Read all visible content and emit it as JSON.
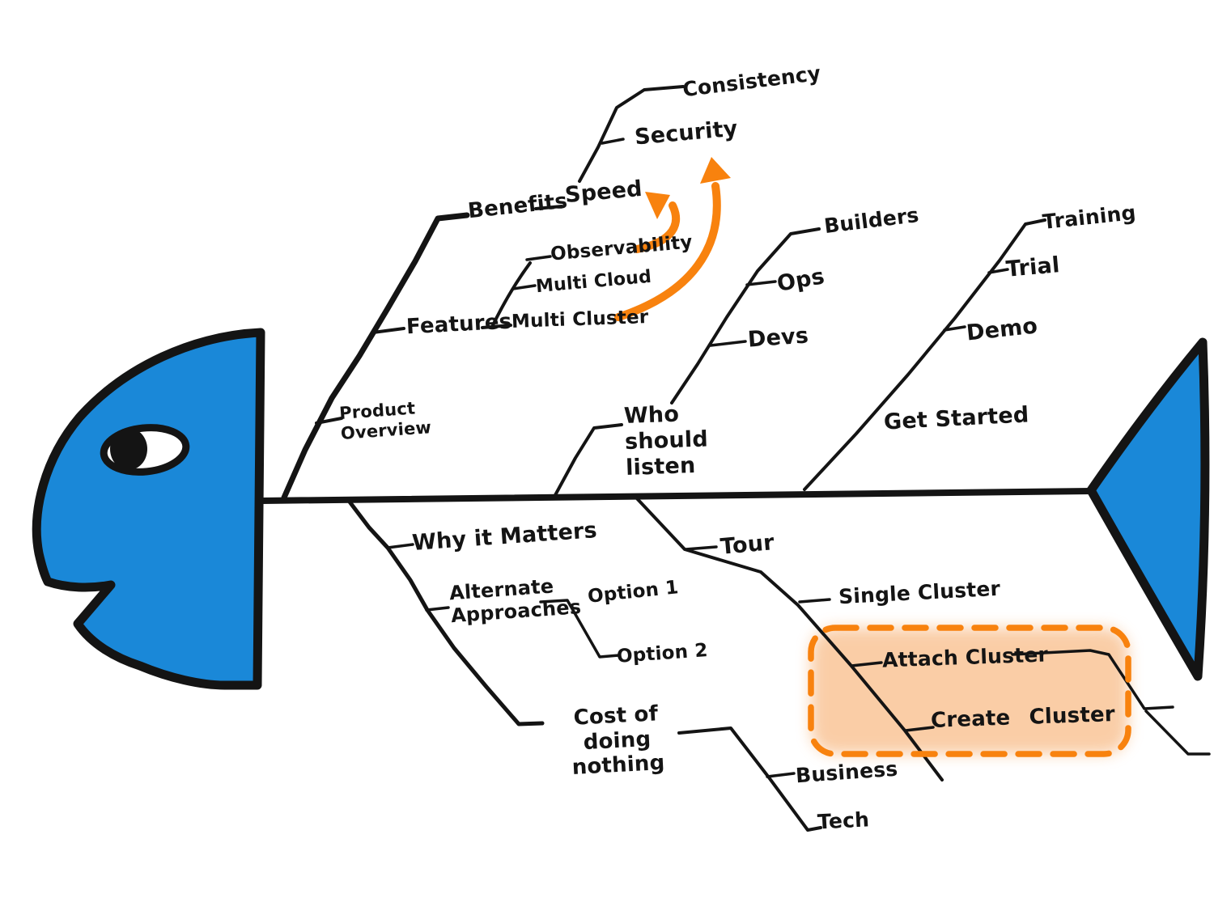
{
  "diagram": {
    "type": "fishbone",
    "description": "Hand-drawn fishbone (Ishikawa) diagram shaped like a fish: blue head on left, blue tail on right, horizontal spine, angled ribs with handwritten topic labels, two orange annotation arrows and an orange dashed highlight box.",
    "colors": {
      "ink": "#141414",
      "fish_blue": "#1a88d8",
      "annotation_orange": "#f8820e",
      "highlight_fill": "#f6a55f",
      "background": "#ffffff"
    },
    "structure": {
      "upper_branches": [
        {
          "category": "Product Overview",
          "sub_branches": [
            {
              "label": "Features",
              "items": [
                "Multi Cluster",
                "Multi Cloud",
                "Observability"
              ]
            },
            {
              "label": "Benefits",
              "items": [
                "Speed",
                "Security",
                "Consistency"
              ]
            }
          ]
        },
        {
          "category": "Who should listen",
          "items": [
            "Devs",
            "Ops",
            "Builders"
          ]
        },
        {
          "category": "Get Started",
          "items": [
            "Demo",
            "Trial",
            "Training"
          ]
        }
      ],
      "lower_branches": [
        {
          "category": "Why it Matters",
          "items": []
        },
        {
          "category": "Alternate Approaches",
          "items": [
            "Option 1",
            "Option 2"
          ]
        },
        {
          "category": "Cost of doing nothing",
          "items": [
            "Business",
            "Tech"
          ]
        },
        {
          "category": "Tour",
          "items": [
            "Single Cluster",
            "Attach Cluster",
            "Create Cluster"
          ]
        }
      ],
      "annotations": [
        {
          "type": "curved-arrow",
          "color": "#f8820e",
          "from": "Observability",
          "to": "Speed"
        },
        {
          "type": "curved-arrow",
          "color": "#f8820e",
          "from": "Multi Cluster",
          "to": "Security"
        },
        {
          "type": "dashed-highlight-box",
          "color": "#f8820e",
          "around": [
            "Attach Cluster",
            "Create Cluster"
          ]
        }
      ]
    },
    "labels": {
      "consistency": "Consistency",
      "security": "Security",
      "speed": "Speed",
      "benefits": "Benefits",
      "observability": "Observability",
      "multi_cloud": "Multi Cloud",
      "features": "Features",
      "multi_cluster": "Multi Cluster",
      "product_overview": "Product Overview",
      "builders": "Builders",
      "ops": "Ops",
      "devs": "Devs",
      "who_should_listen": "Who should listen",
      "get_started": "Get Started",
      "demo": "Demo",
      "trial": "Trial",
      "training": "Training",
      "why_it_matters": "Why it Matters",
      "alternate_approaches": "Alternate Approaches",
      "option_1": "Option 1",
      "option_2": "Option 2",
      "cost_of_doing_nothing": "Cost of doing nothing",
      "business": "Business",
      "tech": "Tech",
      "tour": "Tour",
      "single_cluster": "Single Cluster",
      "attach_cluster": "Attach Cluster",
      "create_cluster": "Create Cluster"
    }
  }
}
